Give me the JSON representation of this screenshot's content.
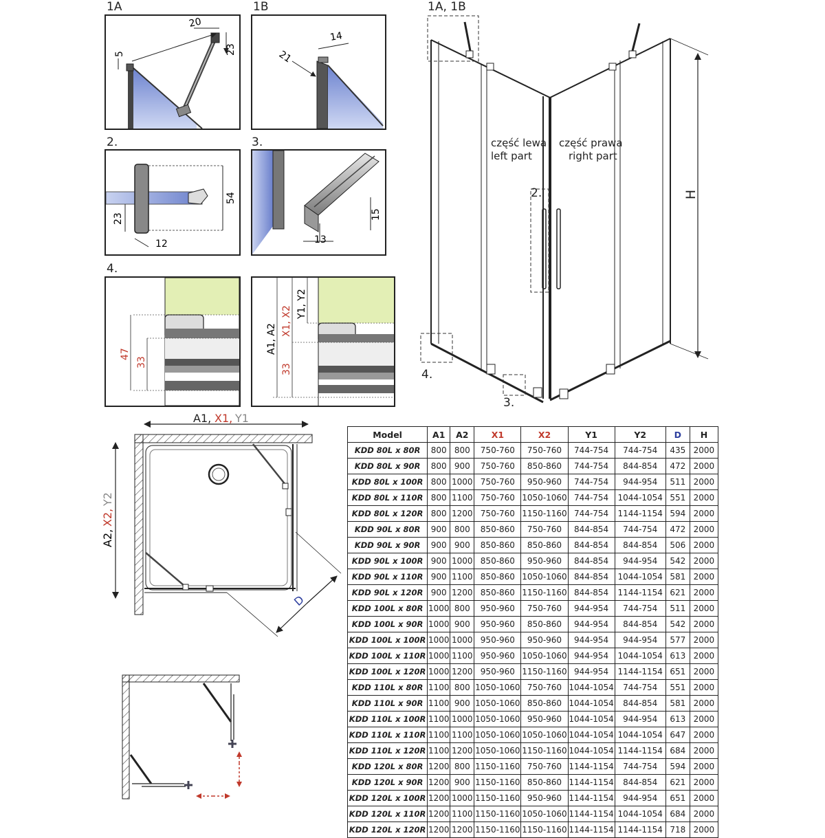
{
  "labels": {
    "d1a": "1A",
    "d1b": "1B",
    "d2": "2.",
    "d3": "3.",
    "d4": "4.",
    "main_1a1b": "1A, 1B",
    "main_2": "2.",
    "main_3": "3.",
    "main_4": "4.",
    "left_pl": "część lewa",
    "left_en": "left part",
    "right_pl": "część prawa",
    "right_en": "right part",
    "height": "H"
  },
  "dims": {
    "d1a_20": "20",
    "d1a_5": "5",
    "d1a_23": "23",
    "d1b_14": "14",
    "d1b_21": "21",
    "d2_54": "54",
    "d2_23": "23",
    "d2_12": "12",
    "d3_15": "15",
    "d3_13": "13",
    "d4_47": "47",
    "d4_33": "33",
    "d5_a": "A1, A2",
    "d5_x": "X1, X2",
    "d5_y": "Y1, Y2",
    "d5_33": "33"
  },
  "plan": {
    "top_a": "A1,",
    "top_x": "X1,",
    "top_y": "Y1",
    "side_a": "A2,",
    "side_x": "X2,",
    "side_y": "Y2",
    "diag": "D"
  },
  "colors": {
    "glass": "#7f94d6",
    "green_wall": "#e3efb5",
    "red_text": "#c0392b",
    "blue_text": "#2c3e9e"
  },
  "table": {
    "headers": [
      "Model",
      "A1",
      "A2",
      "X1",
      "X2",
      "Y1",
      "Y2",
      "D",
      "H"
    ],
    "rows": [
      [
        "KDD 80L x 80R",
        "800",
        "800",
        "750-760",
        "750-760",
        "744-754",
        "744-754",
        "435",
        "2000"
      ],
      [
        "KDD 80L x 90R",
        "800",
        "900",
        "750-760",
        "850-860",
        "744-754",
        "844-854",
        "472",
        "2000"
      ],
      [
        "KDD 80L x 100R",
        "800",
        "1000",
        "750-760",
        "950-960",
        "744-754",
        "944-954",
        "511",
        "2000"
      ],
      [
        "KDD 80L x 110R",
        "800",
        "1100",
        "750-760",
        "1050-1060",
        "744-754",
        "1044-1054",
        "551",
        "2000"
      ],
      [
        "KDD 80L x 120R",
        "800",
        "1200",
        "750-760",
        "1150-1160",
        "744-754",
        "1144-1154",
        "594",
        "2000"
      ],
      [
        "KDD 90L x 80R",
        "900",
        "800",
        "850-860",
        "750-760",
        "844-854",
        "744-754",
        "472",
        "2000"
      ],
      [
        "KDD 90L x 90R",
        "900",
        "900",
        "850-860",
        "850-860",
        "844-854",
        "844-854",
        "506",
        "2000"
      ],
      [
        "KDD 90L x 100R",
        "900",
        "1000",
        "850-860",
        "950-960",
        "844-854",
        "944-954",
        "542",
        "2000"
      ],
      [
        "KDD 90L x 110R",
        "900",
        "1100",
        "850-860",
        "1050-1060",
        "844-854",
        "1044-1054",
        "581",
        "2000"
      ],
      [
        "KDD 90L x 120R",
        "900",
        "1200",
        "850-860",
        "1150-1160",
        "844-854",
        "1144-1154",
        "621",
        "2000"
      ],
      [
        "KDD 100L x 80R",
        "1000",
        "800",
        "950-960",
        "750-760",
        "944-954",
        "744-754",
        "511",
        "2000"
      ],
      [
        "KDD 100L x 90R",
        "1000",
        "900",
        "950-960",
        "850-860",
        "944-954",
        "844-854",
        "542",
        "2000"
      ],
      [
        "KDD 100L x 100R",
        "1000",
        "1000",
        "950-960",
        "950-960",
        "944-954",
        "944-954",
        "577",
        "2000"
      ],
      [
        "KDD 100L x 110R",
        "1000",
        "1100",
        "950-960",
        "1050-1060",
        "944-954",
        "1044-1054",
        "613",
        "2000"
      ],
      [
        "KDD 100L x 120R",
        "1000",
        "1200",
        "950-960",
        "1150-1160",
        "944-954",
        "1144-1154",
        "651",
        "2000"
      ],
      [
        "KDD 110L x 80R",
        "1100",
        "800",
        "1050-1060",
        "750-760",
        "1044-1054",
        "744-754",
        "551",
        "2000"
      ],
      [
        "KDD 110L x 90R",
        "1100",
        "900",
        "1050-1060",
        "850-860",
        "1044-1054",
        "844-854",
        "581",
        "2000"
      ],
      [
        "KDD 110L x 100R",
        "1100",
        "1000",
        "1050-1060",
        "950-960",
        "1044-1054",
        "944-954",
        "613",
        "2000"
      ],
      [
        "KDD 110L x 110R",
        "1100",
        "1100",
        "1050-1060",
        "1050-1060",
        "1044-1054",
        "1044-1054",
        "647",
        "2000"
      ],
      [
        "KDD 110L x 120R",
        "1100",
        "1200",
        "1050-1060",
        "1150-1160",
        "1044-1054",
        "1144-1154",
        "684",
        "2000"
      ],
      [
        "KDD 120L x 80R",
        "1200",
        "800",
        "1150-1160",
        "750-760",
        "1144-1154",
        "744-754",
        "594",
        "2000"
      ],
      [
        "KDD 120L x 90R",
        "1200",
        "900",
        "1150-1160",
        "850-860",
        "1144-1154",
        "844-854",
        "621",
        "2000"
      ],
      [
        "KDD 120L x 100R",
        "1200",
        "1000",
        "1150-1160",
        "950-960",
        "1144-1154",
        "944-954",
        "651",
        "2000"
      ],
      [
        "KDD 120L x 110R",
        "1200",
        "1100",
        "1150-1160",
        "1050-1060",
        "1144-1154",
        "1044-1054",
        "684",
        "2000"
      ],
      [
        "KDD 120L x 120R",
        "1200",
        "1200",
        "1150-1160",
        "1150-1160",
        "1144-1154",
        "1144-1154",
        "718",
        "2000"
      ]
    ]
  }
}
